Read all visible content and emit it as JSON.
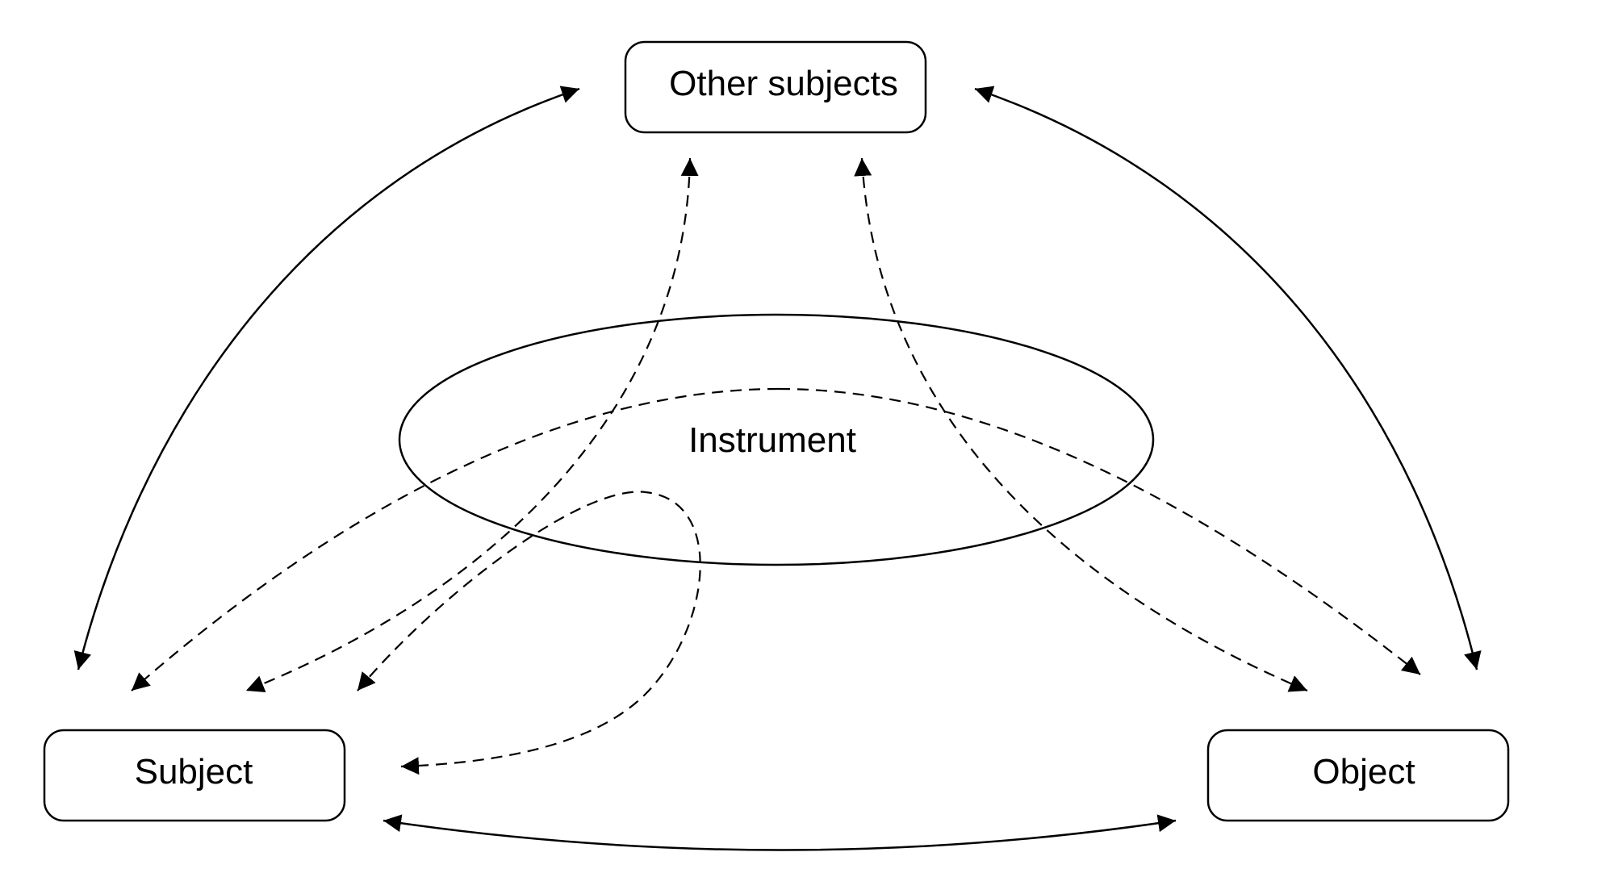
{
  "diagram": {
    "nodes": {
      "other_subjects": "Other subjects",
      "subject": "Subject",
      "object": "Object",
      "instrument": "Instrument"
    },
    "colors": {
      "line": "#000000",
      "background": "#ffffff"
    }
  }
}
